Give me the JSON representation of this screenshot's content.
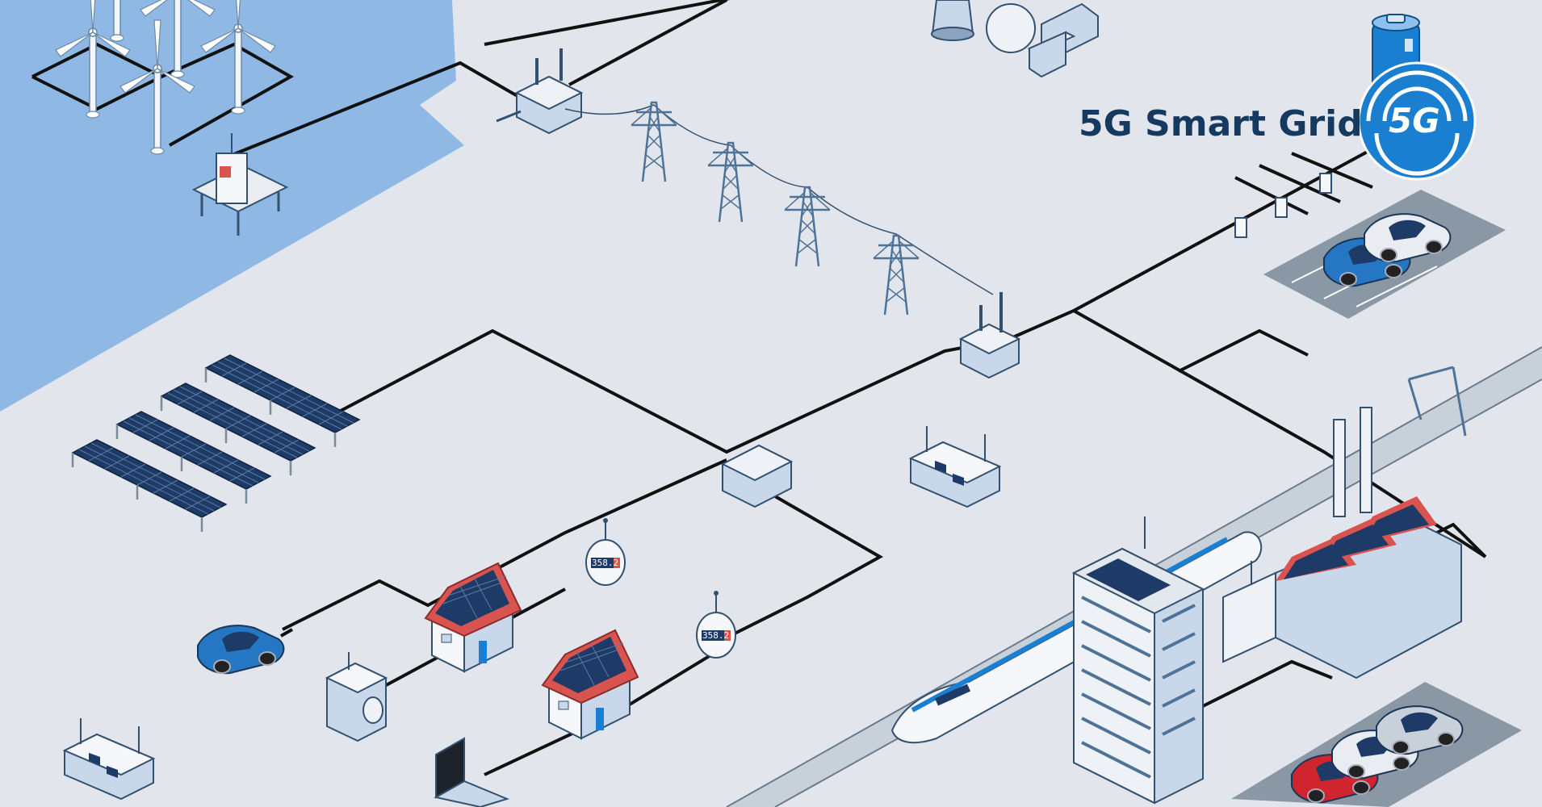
{
  "header": {
    "title": "5G Smart Grid"
  },
  "badge": {
    "label": "5G"
  },
  "meters": [
    {
      "reading": "358.2"
    },
    {
      "reading": "358.2"
    }
  ],
  "colors": {
    "background": "#e2e6ec",
    "water": "#8fb9e4",
    "title": "#163a5f",
    "accent": "#1a7fd0",
    "power_line": "#111111",
    "solar_panel": "#1d3b66",
    "roof": "#d9534f",
    "car_blue": "#2577c4",
    "car_red": "#d0242e"
  }
}
